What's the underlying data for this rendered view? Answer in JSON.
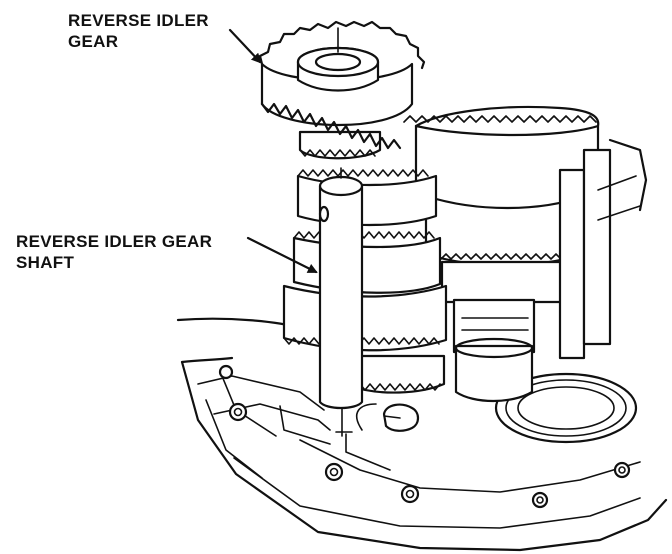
{
  "labels": {
    "gear_line1": "REVERSE IDLER",
    "gear_line2": "GEAR",
    "shaft_line1": "REVERSE IDLER GEAR",
    "shaft_line2": "SHAFT"
  },
  "colors": {
    "ink": "#111111",
    "paper": "#ffffff"
  }
}
